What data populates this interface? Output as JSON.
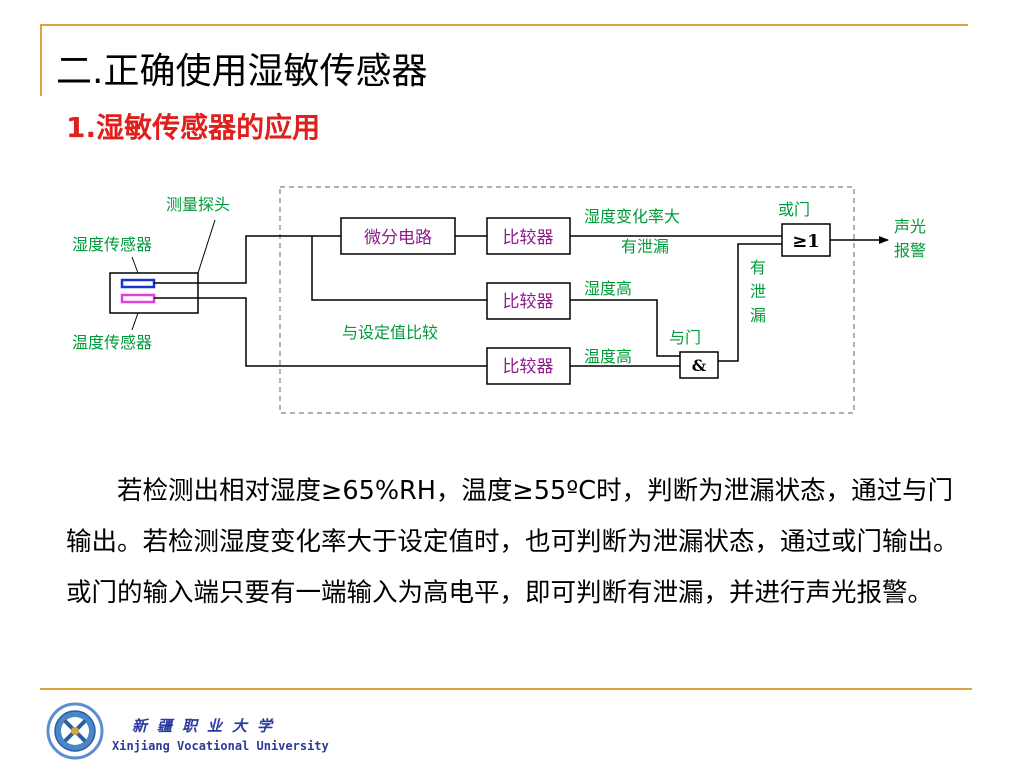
{
  "slide": {
    "title": "二.正确使用湿敏传感器",
    "subtitle": "1.湿敏传感器的应用"
  },
  "diagram": {
    "probe_label": "测量探头",
    "humidity_sensor_label": "湿度传感器",
    "temperature_sensor_label": "温度传感器",
    "differentiator_label": "微分电路",
    "comparator_top_label": "比较器",
    "comparator_mid_label": "比较器",
    "comparator_bottom_label": "比较器",
    "rate_label": "湿度变化率大",
    "rate_leak_label": "有泄漏",
    "or_gate_title": "或门",
    "or_gate_symbol": "≥1",
    "alarm_line1": "声光",
    "alarm_line2": "报警",
    "leak_vertical": [
      "有",
      "泄",
      "漏"
    ],
    "humidity_high_label": "湿度高",
    "compare_setpoint_label": "与设定值比较",
    "and_gate_title": "与门",
    "and_gate_symbol": "&",
    "temperature_high_label": "温度高",
    "colors": {
      "line": "#000000",
      "label_green": "#009a3a",
      "block_text": "#8a1c8a",
      "humidity_element": "#1a33cc",
      "temperature_element": "#e040e0",
      "dashed_border": "#808080"
    }
  },
  "description": "若检测出相对湿度≥65%RH，温度≥55ºC时，判断为泄漏状态，通过与门输出。若检测湿度变化率大于设定值时，也可判断为泄漏状态，通过或门输出。或门的输入端只要有一端输入为高电平，即可判断有泄漏，并进行声光报警。",
  "footer": {
    "university_cn": "新疆职业大学",
    "university_en": "Xinjiang Vocational University"
  }
}
